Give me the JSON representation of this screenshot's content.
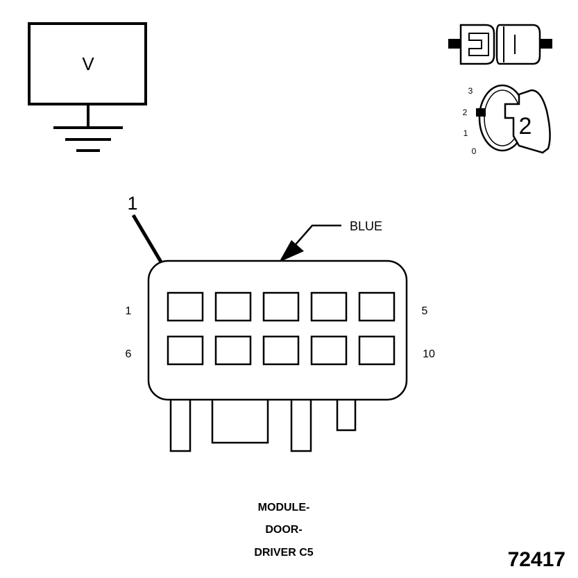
{
  "meter": {
    "label": "V"
  },
  "ignition_switch": {
    "positions": [
      "3",
      "2",
      "1",
      "0"
    ],
    "selected_position": "2"
  },
  "callout": {
    "number": "1"
  },
  "connector": {
    "color_label": "BLUE",
    "pin_labels": {
      "row1_start": "1",
      "row1_end": "5",
      "row2_start": "6",
      "row2_end": "10"
    },
    "title_lines": [
      "MODULE-",
      "DOOR-",
      "DRIVER C5"
    ]
  },
  "figure_number": "72417"
}
